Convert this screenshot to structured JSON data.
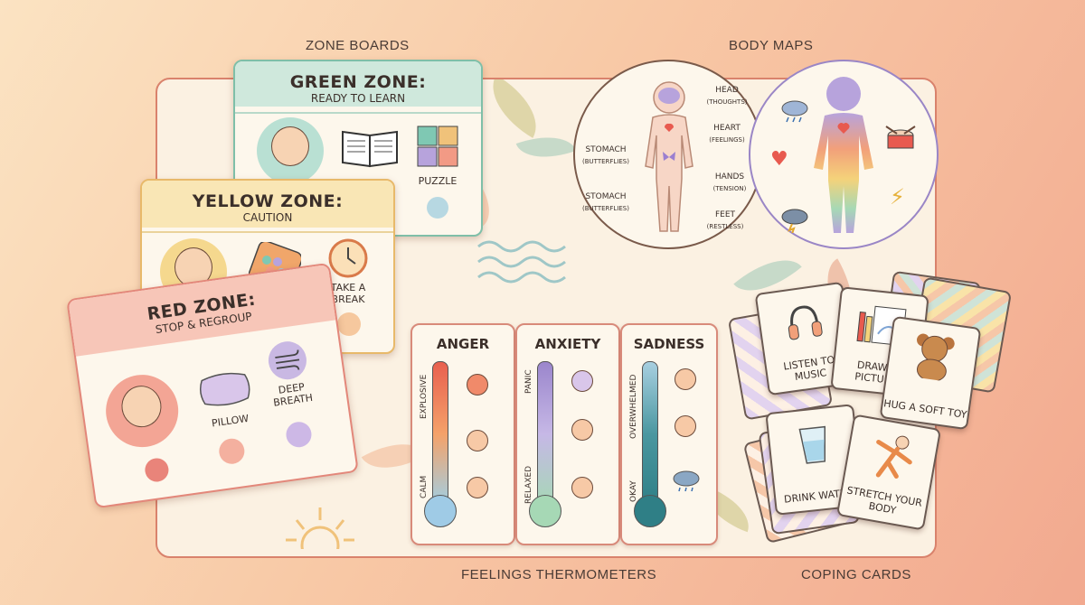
{
  "sections": {
    "zone_boards": "ZONE BOARDS",
    "body_maps": "BODY MAPS",
    "feelings_thermometers": "FEELINGS THERMOMETERS",
    "coping_cards": "COPING CARDS"
  },
  "zones": {
    "green": {
      "title": "GREEN ZONE:",
      "subtitle": "READY TO LEARN",
      "tool": "PUZZLE",
      "color": "#9fd4c0"
    },
    "yellow": {
      "title": "YELLOW ZONE:",
      "subtitle": "CAUTION",
      "tool": "TAKE A BREAK",
      "color": "#f6d98a"
    },
    "red": {
      "title": "RED ZONE:",
      "subtitle": "STOP & REGROUP",
      "tool1": "PILLOW",
      "tool2": "DEEP BREATH",
      "color": "#f08a7a"
    }
  },
  "body_map": {
    "labels": {
      "head": "HEAD",
      "head_sub": "(THOUGHTS)",
      "heart": "HEART",
      "heart_sub": "(FEELINGS)",
      "stomach1": "STOMACH",
      "stomach1_sub": "(BUTTERFLIES)",
      "stomach2": "STOMACH",
      "stomach2_sub": "(BUTTERFLIES)",
      "hands": "HANDS",
      "hands_sub": "(TENSION)",
      "feet": "FEET",
      "feet_sub": "(RESTLESS)"
    }
  },
  "thermometers": [
    {
      "title": "ANGER",
      "top": "EXPLOSIVE",
      "bottom": "CALM",
      "color": "#e8604f"
    },
    {
      "title": "ANXIETY",
      "top": "PANIC",
      "bottom": "RELAXED",
      "color": "#a38bd0"
    },
    {
      "title": "SADNESS",
      "top": "OVERWHELMED",
      "bottom": "OKAY",
      "color": "#2f7f86"
    }
  ],
  "coping": {
    "music": "LISTEN TO MUSIC",
    "draw": "DRAW A PICTURE",
    "hug": "HUG A SOFT TOY",
    "drink": "DRINK WATER",
    "stretch": "STRETCH YOUR BODY"
  }
}
